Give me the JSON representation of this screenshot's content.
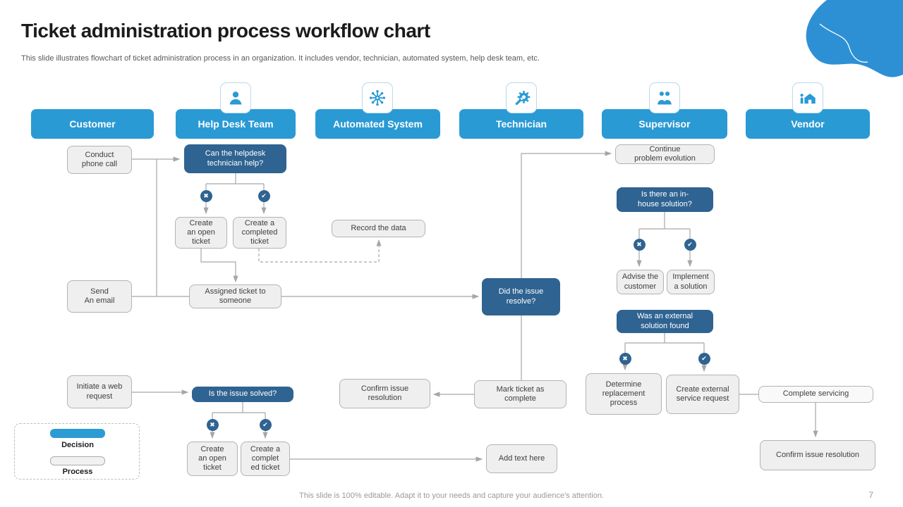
{
  "slide": {
    "title": "Ticket administration process workflow chart",
    "subtitle": "This slide illustrates flowchart of ticket administration process in an organization. It includes vendor, technician, automated system, help desk team, etc.",
    "footer": "This slide is 100% editable. Adapt it to your needs and capture your audience's attention.",
    "page_number": "7"
  },
  "colors": {
    "header_blue": "#2A9AD4",
    "decision_blue": "#2F6391",
    "process_fill": "#EFEFEF",
    "process_border": "#B3B3B3",
    "connector_gray": "#A6A6A6",
    "blob_blue": "#2E90D4"
  },
  "columns": [
    {
      "label": "Customer",
      "icon": "none"
    },
    {
      "label": "Help Desk Team",
      "icon": "person-bust-icon"
    },
    {
      "label": "Automated System",
      "icon": "network-hub-icon"
    },
    {
      "label": "Technician",
      "icon": "gear-wrench-icon"
    },
    {
      "label": "Supervisor",
      "icon": "two-people-icon"
    },
    {
      "label": "Vendor",
      "icon": "house-person-icon"
    }
  ],
  "nodes": {
    "conduct_phone_call": "Conduct\nphone call",
    "can_helpdesk_help": "Can the helpdesk\ntechnician help?",
    "create_open_ticket_1": "Create\nan open\nticket",
    "create_completed_ticket_1": "Create a\ncompleted\nticket",
    "record_the_data": "Record the data",
    "send_an_email": "Send\nAn email",
    "assigned_ticket": "Assigned ticket to\nsomeone",
    "did_issue_resolve": "Did the issue\nresolve?",
    "continue_problem_evolution": "Continue\nproblem evolution",
    "is_in_house_solution": "Is there an in-\nhouse solution?",
    "advise_customer": "Advise the\ncustomer",
    "implement_solution": "Implement\na solution",
    "was_external_solution": "Was an external\nsolution found",
    "determine_replacement": "Determine\nreplacement\nprocess",
    "create_external_service": "Create external\nservice request",
    "complete_servicing": "Complete servicing",
    "confirm_issue_resolution_vendor": "Confirm issue resolution",
    "initiate_web_request": "Initiate a web\nrequest",
    "is_issue_solved": "Is the issue solved?",
    "create_open_ticket_2": "Create\nan open\nticket",
    "create_completed_ticket_2": "Create a\ncomplet\ned ticket",
    "confirm_issue_resolution_auto": "Confirm issue\nresolution",
    "mark_ticket_complete": "Mark ticket as\ncomplete",
    "add_text_here": "Add text here"
  },
  "glyphs": {
    "no": "✖",
    "yes": "✔"
  },
  "legend": {
    "decision_label": "Decision",
    "process_label": "Process"
  }
}
